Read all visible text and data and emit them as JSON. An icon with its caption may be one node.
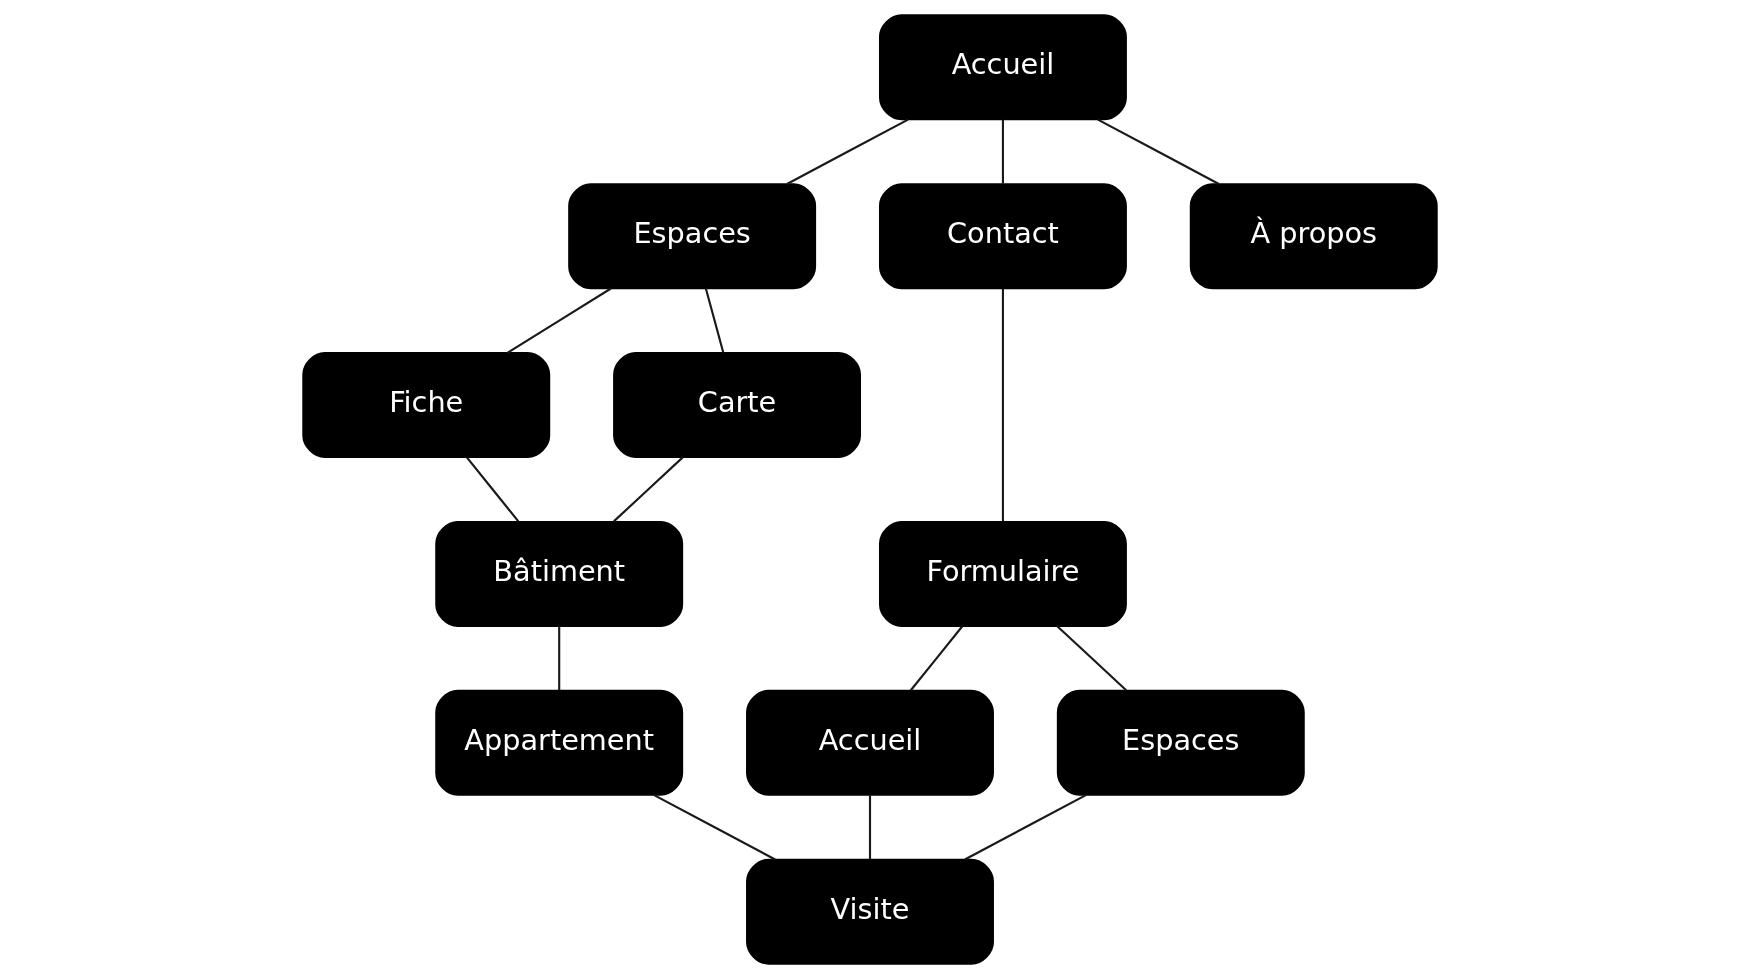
{
  "diagram": {
    "nodes": [
      {
        "text": [
          "Accueil"
        ]
      },
      {
        "text": [
          "Espaces"
        ]
      },
      {
        "text": [
          "Contact"
        ]
      },
      {
        "text": [
          "À propos"
        ]
      },
      {
        "text": [
          "Fiche"
        ]
      },
      {
        "text": [
          "Carte"
        ]
      },
      {
        "text": [
          "Formulaire"
        ]
      },
      {
        "text": [
          "Bâtiment"
        ]
      },
      {
        "text": [
          "Appartement"
        ]
      },
      {
        "text": [
          "Accueil"
        ]
      },
      {
        "text": [
          "Espaces"
        ]
      },
      {
        "text": [
          "Visite"
        ]
      }
    ],
    "edges": [
      {
        "from": 0,
        "to": 1,
        "arrow": "none"
      },
      {
        "from": 0,
        "to": 2,
        "arrow": "none"
      },
      {
        "from": 0,
        "to": 3,
        "arrow": "none"
      },
      {
        "from": 1,
        "to": 4,
        "arrow": "none"
      },
      {
        "from": 1,
        "to": 5,
        "arrow": "none"
      },
      {
        "from": 2,
        "to": 6,
        "arrow": "none"
      },
      {
        "from": 4,
        "to": 7,
        "arrow": "none"
      },
      {
        "from": 5,
        "to": 7,
        "arrow": "none"
      },
      {
        "from": 6,
        "to": 9,
        "arrow": "none"
      },
      {
        "from": 6,
        "to": 10,
        "arrow": "none"
      },
      {
        "from": 7,
        "to": 8,
        "arrow": "none"
      },
      {
        "from": 8,
        "to": 11,
        "arrow": "none"
      },
      {
        "from": 9,
        "to": 11,
        "arrow": "none"
      },
      {
        "from": 10,
        "to": 11,
        "arrow": "none"
      }
    ]
  }
}
